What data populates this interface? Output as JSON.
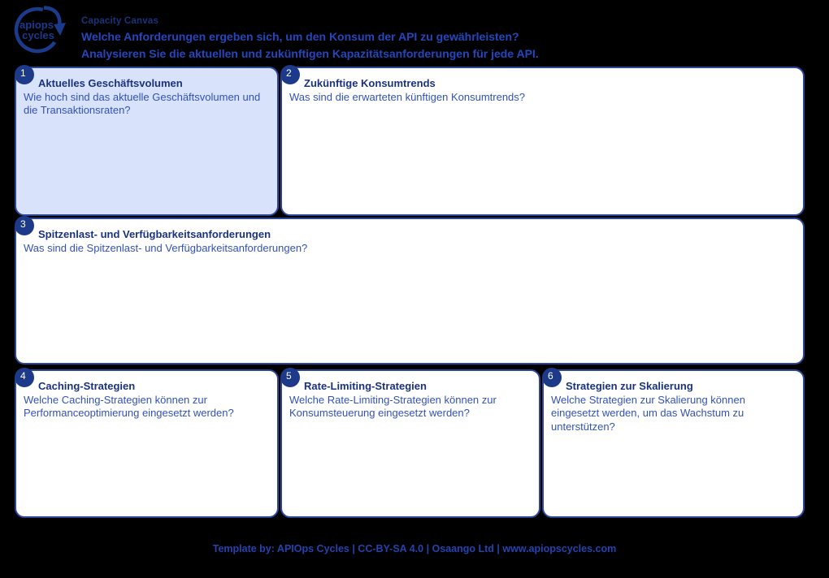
{
  "header": {
    "logo": {
      "line1": "apiops",
      "line2": "cycles"
    },
    "title": "Capacity Canvas",
    "subtitle_line1": "Welche Anforderungen ergeben sich, um den Konsum der API zu gewährleisten?",
    "subtitle_line2": "Analysieren Sie die aktuellen und zukünftigen Kapazitätsanforderungen für jede API."
  },
  "sections": [
    {
      "number": "1",
      "title": "Aktuelles Geschäftsvolumen",
      "question": "Wie hoch sind das aktuelle Geschäftsvolumen und die Transaktionsraten?",
      "highlighted": true
    },
    {
      "number": "2",
      "title": "Zukünftige Konsumtrends",
      "question": "Was sind die erwarteten künftigen Konsumtrends?",
      "highlighted": false
    },
    {
      "number": "3",
      "title": "Spitzenlast- und Verfügbarkeitsanforderungen",
      "question": "Was sind die Spitzenlast- und Verfügbarkeitsanforderungen?",
      "highlighted": false
    },
    {
      "number": "4",
      "title": "Caching-Strategien",
      "question": "Welche Caching-Strategien können zur Performanceoptimierung eingesetzt werden?",
      "highlighted": false
    },
    {
      "number": "5",
      "title": "Rate-Limiting-Strategien",
      "question": "Welche Rate-Limiting-Strategien können zur Konsumsteuerung eingesetzt werden?",
      "highlighted": false
    },
    {
      "number": "6",
      "title": "Strategien zur Skalierung",
      "question": "Welche Strategien zur Skalierung können eingesetzt werden, um das Wachstum zu unterstützen?",
      "highlighted": false
    }
  ],
  "footer": {
    "credit": "Template by: APIOps Cycles | CC-BY-SA 4.0 | Osaango Ltd | www.apiopscycles.com"
  },
  "colors": {
    "background": "#000000",
    "box_border": "#2b4796",
    "box_fill": "#ffffff",
    "highlight_fill": "#d9e2fb",
    "badge_fill": "#1d3a8a",
    "title_text": "#1b337e",
    "question_text": "#3252b8",
    "header_text": "#2447bd",
    "footer_text": "#2343ae"
  }
}
